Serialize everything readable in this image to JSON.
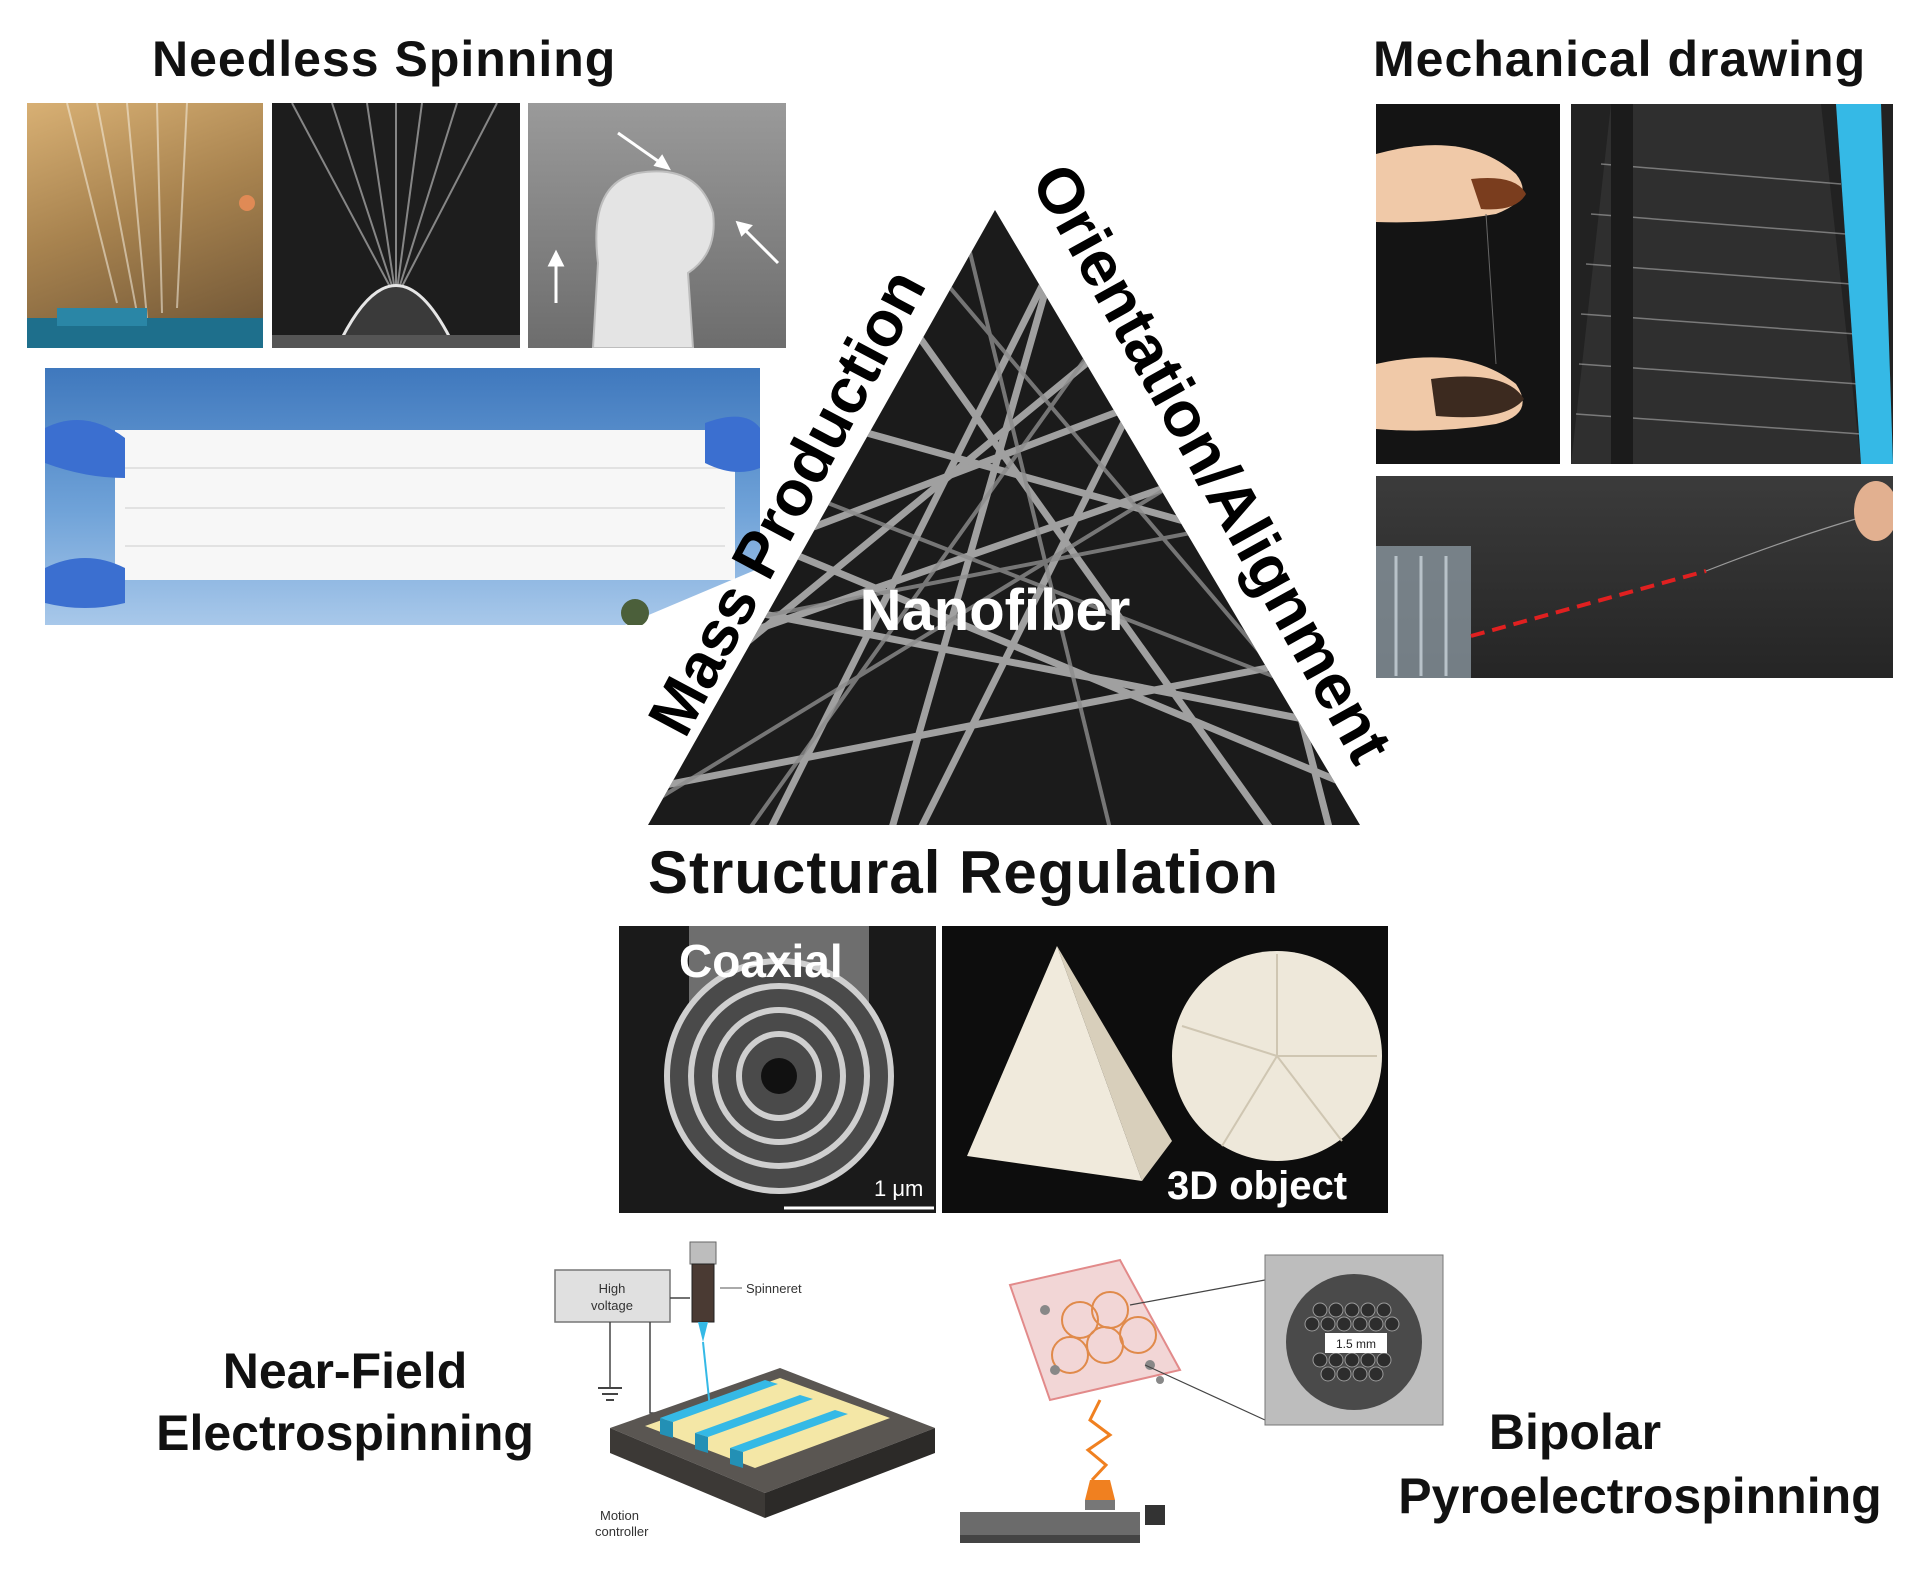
{
  "top_left": {
    "title": "Needless Spinning"
  },
  "top_right": {
    "title": "Mechanical drawing"
  },
  "triangle": {
    "center_label": "Nanofiber",
    "left_label": "Mass Production",
    "right_label": "Orientation/Alignment",
    "bottom_label": "Structural Regulation"
  },
  "structural": {
    "coaxial_label": "Coaxial",
    "scale_label": "1 μm",
    "object_label": "3D object"
  },
  "near_field": {
    "title_line1": "Near-Field",
    "title_line2": "Electrospinning",
    "high_voltage_line1": "High",
    "high_voltage_line2": "voltage",
    "spinneret_label": "Spinneret",
    "motion_line1": "Motion",
    "motion_line2": "controller"
  },
  "bipolar": {
    "title_line1": "Bipolar",
    "title_line2": "Pyroelectrospinning",
    "scale_label": "1.5 mm"
  },
  "colors": {
    "sky_blue": "#5e8fc9",
    "glove_blue": "#3b6fd0",
    "cyan_strip": "#35b9e6",
    "electrode_yellow": "#f4e7a6",
    "dashed_red": "#e02020",
    "jet_orange": "#f08020"
  }
}
